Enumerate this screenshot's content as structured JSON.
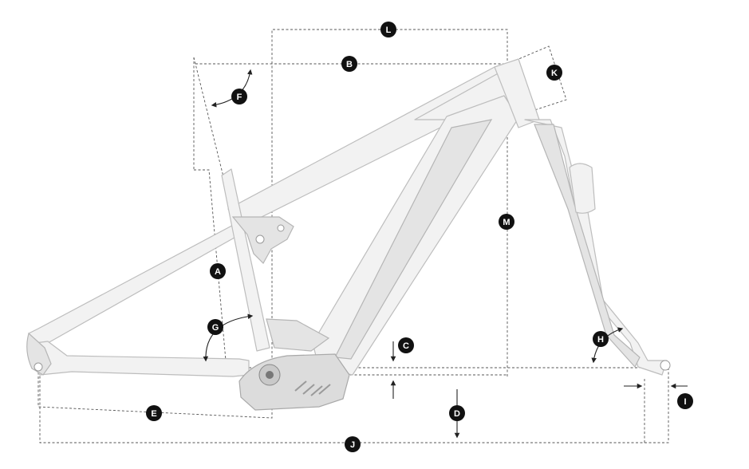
{
  "colors": {
    "background": "#ffffff",
    "frame": "#f2f2f2",
    "marker": "#111111",
    "marker_text": "#ffffff"
  },
  "markers": {
    "A": "A",
    "B": "B",
    "C": "C",
    "D": "D",
    "E": "E",
    "F": "F",
    "G": "G",
    "H": "H",
    "I": "I",
    "J": "J",
    "K": "K",
    "L": "L",
    "M": "M"
  }
}
